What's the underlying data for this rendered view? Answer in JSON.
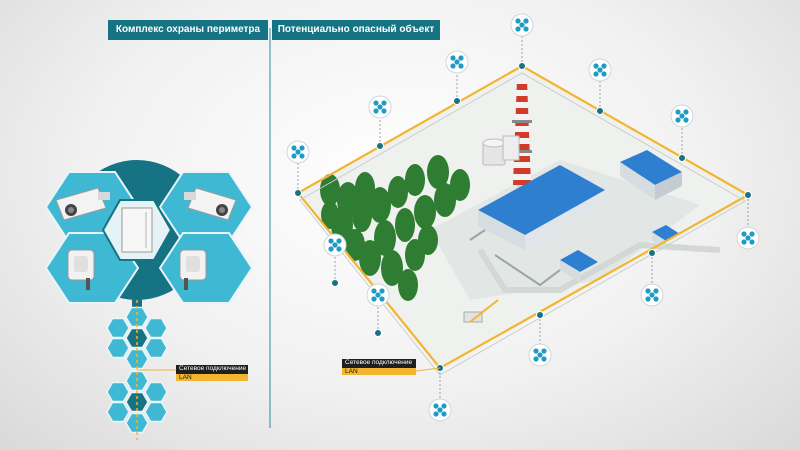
{
  "tabs": {
    "perimeter_complex": "Комплекс охраны периметра",
    "hazard_object": "Потенциально опасный объект"
  },
  "network_labels": {
    "connection": "Сетевое подключение",
    "type": "LAN"
  },
  "colors": {
    "teal_dark": "#167384",
    "teal_light": "#3fb8d4",
    "fence": "#f2b530",
    "building_roof": "#2f7fd0",
    "tree": "#2e7d32",
    "ground": "#e7ebe8"
  },
  "icons": {
    "sensor_node": "sensor-node-icon",
    "camera": "camera-icon",
    "radar": "radar-detector-icon",
    "cabinet": "control-cabinet-icon"
  }
}
